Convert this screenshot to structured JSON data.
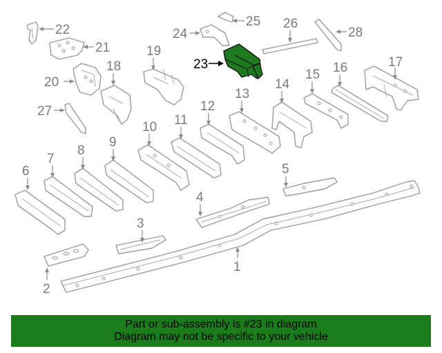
{
  "diagram": {
    "highlight_color": "#1f7a1f",
    "highlighted_part": "23",
    "labels": {
      "p1": "1",
      "p2": "2",
      "p3": "3",
      "p4": "4",
      "p5": "5",
      "p6": "6",
      "p7": "7",
      "p8": "8",
      "p9": "9",
      "p10": "10",
      "p11": "11",
      "p12": "12",
      "p13": "13",
      "p14": "14",
      "p15": "15",
      "p16": "16",
      "p17": "17",
      "p18": "18",
      "p19": "19",
      "p20": "20",
      "p21": "21",
      "p22": "22",
      "p23": "23",
      "p24": "24",
      "p25": "25",
      "p26": "26",
      "p27": "27",
      "p28": "28"
    }
  },
  "banner": {
    "color": "#1b7c1b",
    "line1": "Part or sub-assembly is #23 in diagram",
    "line2": "Diagram may not be specific to your vehicle"
  }
}
